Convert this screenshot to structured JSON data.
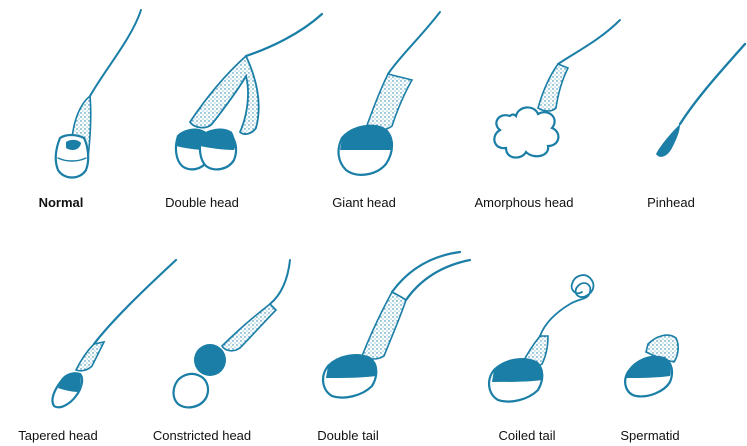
{
  "colors": {
    "ink": "#1a7ea6",
    "text": "#111111",
    "background": "#ffffff"
  },
  "figures": [
    {
      "id": "normal",
      "label": "Normal"
    },
    {
      "id": "double-head",
      "label": "Double head"
    },
    {
      "id": "giant-head",
      "label": "Giant head"
    },
    {
      "id": "amorphous-head",
      "label": "Amorphous head"
    },
    {
      "id": "pinhead",
      "label": "Pinhead"
    },
    {
      "id": "tapered-head",
      "label": "Tapered head"
    },
    {
      "id": "constricted-head",
      "label": "Constricted head"
    },
    {
      "id": "double-tail",
      "label": "Double tail"
    },
    {
      "id": "coiled-tail",
      "label": "Coiled tail"
    },
    {
      "id": "spermatid",
      "label": "Spermatid"
    }
  ]
}
